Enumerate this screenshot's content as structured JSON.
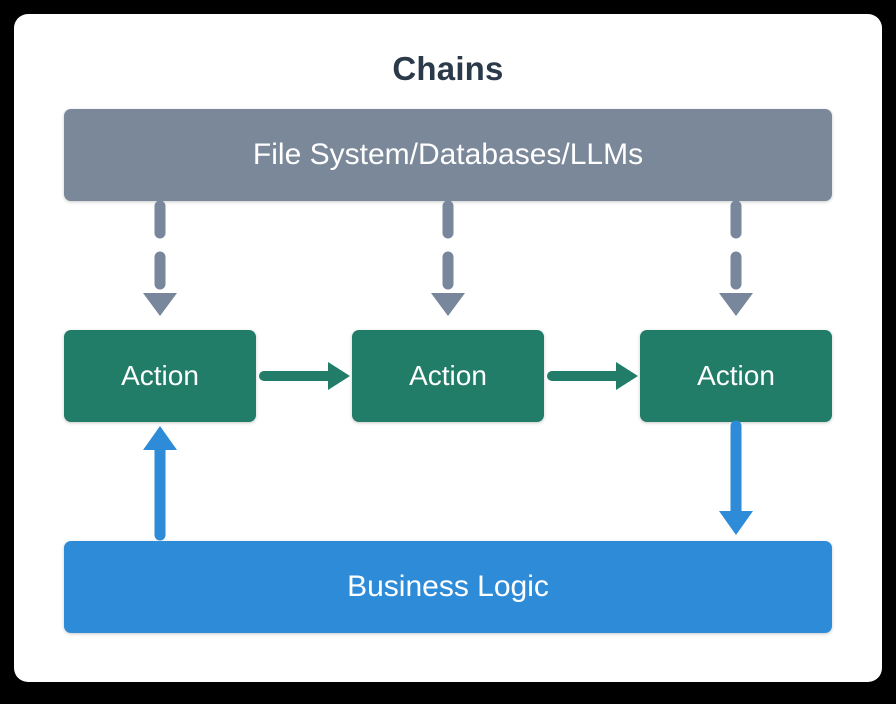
{
  "diagram": {
    "title": "Chains",
    "title_color": "#2b3a4a",
    "card_background": "#ffffff",
    "canvas_background": "#000000",
    "nodes": {
      "resources_bar": {
        "label": "File System/Databases/LLMs",
        "color": "#7a8899",
        "text_color": "#ffffff"
      },
      "business_logic_bar": {
        "label": "Business Logic",
        "color": "#2e8bd8",
        "text_color": "#ffffff"
      },
      "actions": [
        {
          "label": "Action",
          "color": "#227d68",
          "text_color": "#ffffff"
        },
        {
          "label": "Action",
          "color": "#227d68",
          "text_color": "#ffffff"
        },
        {
          "label": "Action",
          "color": "#227d68",
          "text_color": "#ffffff"
        }
      ]
    },
    "connectors": {
      "resource_to_action": {
        "style": "dashed",
        "direction": "down",
        "color": "#78879b",
        "count": 3
      },
      "action_to_action": {
        "style": "solid",
        "direction": "right",
        "color": "#227d68",
        "count": 2
      },
      "action_to_business_logic": {
        "style": "solid",
        "direction": "down",
        "color": "#2e8bd8",
        "count": 1
      },
      "business_logic_to_action": {
        "style": "solid",
        "direction": "up",
        "color": "#2e8bd8",
        "count": 1
      }
    }
  }
}
